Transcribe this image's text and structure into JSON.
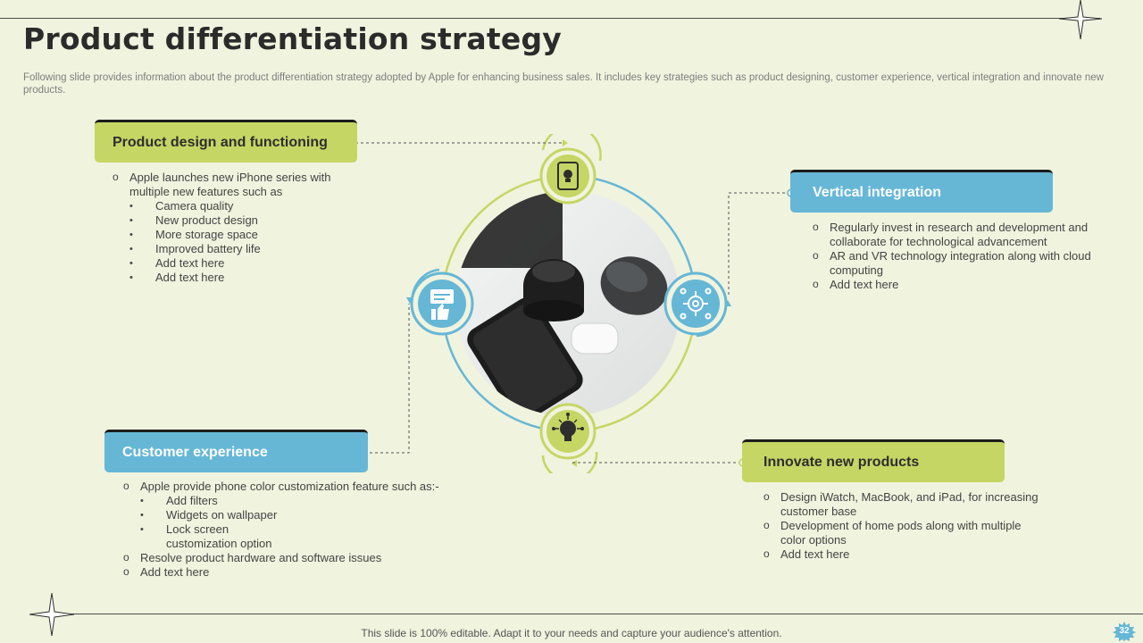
{
  "slide": {
    "title": "Product differentiation strategy",
    "subtitle": "Following slide provides information about the product differentiation strategy adopted by Apple for enhancing business sales. It includes key strategies such as product designing, customer experience, vertical integration and innovate new products.",
    "footer": "This slide is 100% editable. Adapt it to your needs and capture your audience's attention.",
    "page_number": "32"
  },
  "sections": {
    "design": {
      "heading": "Product design and functioning",
      "item1": "Apple launches new iPhone series with multiple new features  such as",
      "sub": [
        "Camera  quality",
        "New product design",
        "More storage space",
        "Improved  battery life",
        "Add text here",
        "Add text here"
      ]
    },
    "vertical": {
      "heading": "Vertical integration",
      "items": [
        "Regularly  invest in research and development  and collaborate for technological advancement",
        "AR and VR technology integration along with cloud computing",
        "Add text here"
      ]
    },
    "customer": {
      "heading": "Customer experience",
      "item1": "Apple provide  phone color customization feature  such as:-",
      "sub": [
        "Add filters",
        "Widgets on wallpaper",
        "Lock screen customization option"
      ],
      "items": [
        "Resolve  product hardware  and software issues",
        "Add text here"
      ]
    },
    "innovate": {
      "heading": "Innovate new products",
      "items": [
        "Design iWatch, MacBook, and iPad, for increasing customer base",
        "Development  of home pods along with multiple color options",
        "Add text here"
      ]
    }
  },
  "colors": {
    "green": "#c6d664",
    "blue": "#66b7d6",
    "background": "#f0f3de"
  },
  "icons": [
    "smartphone-idea-icon",
    "feedback-like-icon",
    "gear-network-icon",
    "lightbulb-network-icon",
    "four-point-star-icon"
  ]
}
